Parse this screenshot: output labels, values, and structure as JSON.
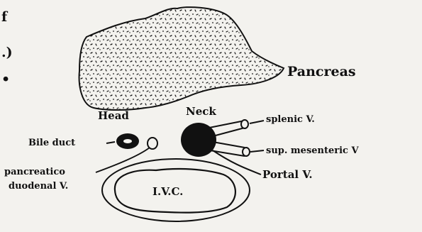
{
  "margin_fragments": {
    "line1": "f",
    "line2": ".)",
    "line3": "•"
  },
  "labels": {
    "pancreas": "Pancreas",
    "head": "Head",
    "neck": "Neck",
    "splenic_v": "splenic V.",
    "sup_mesenteric_v": "sup. mesenteric V",
    "portal_v": "Portal V.",
    "bile_duct": "Bile duct",
    "pancreatico_duodenal_v_line1": "pancreatico",
    "pancreatico_duodenal_v_line2": "duodenal V.",
    "ivc": "I.V.C."
  },
  "colors": {
    "ink": "#111111",
    "paper": "#f3f2ee"
  }
}
